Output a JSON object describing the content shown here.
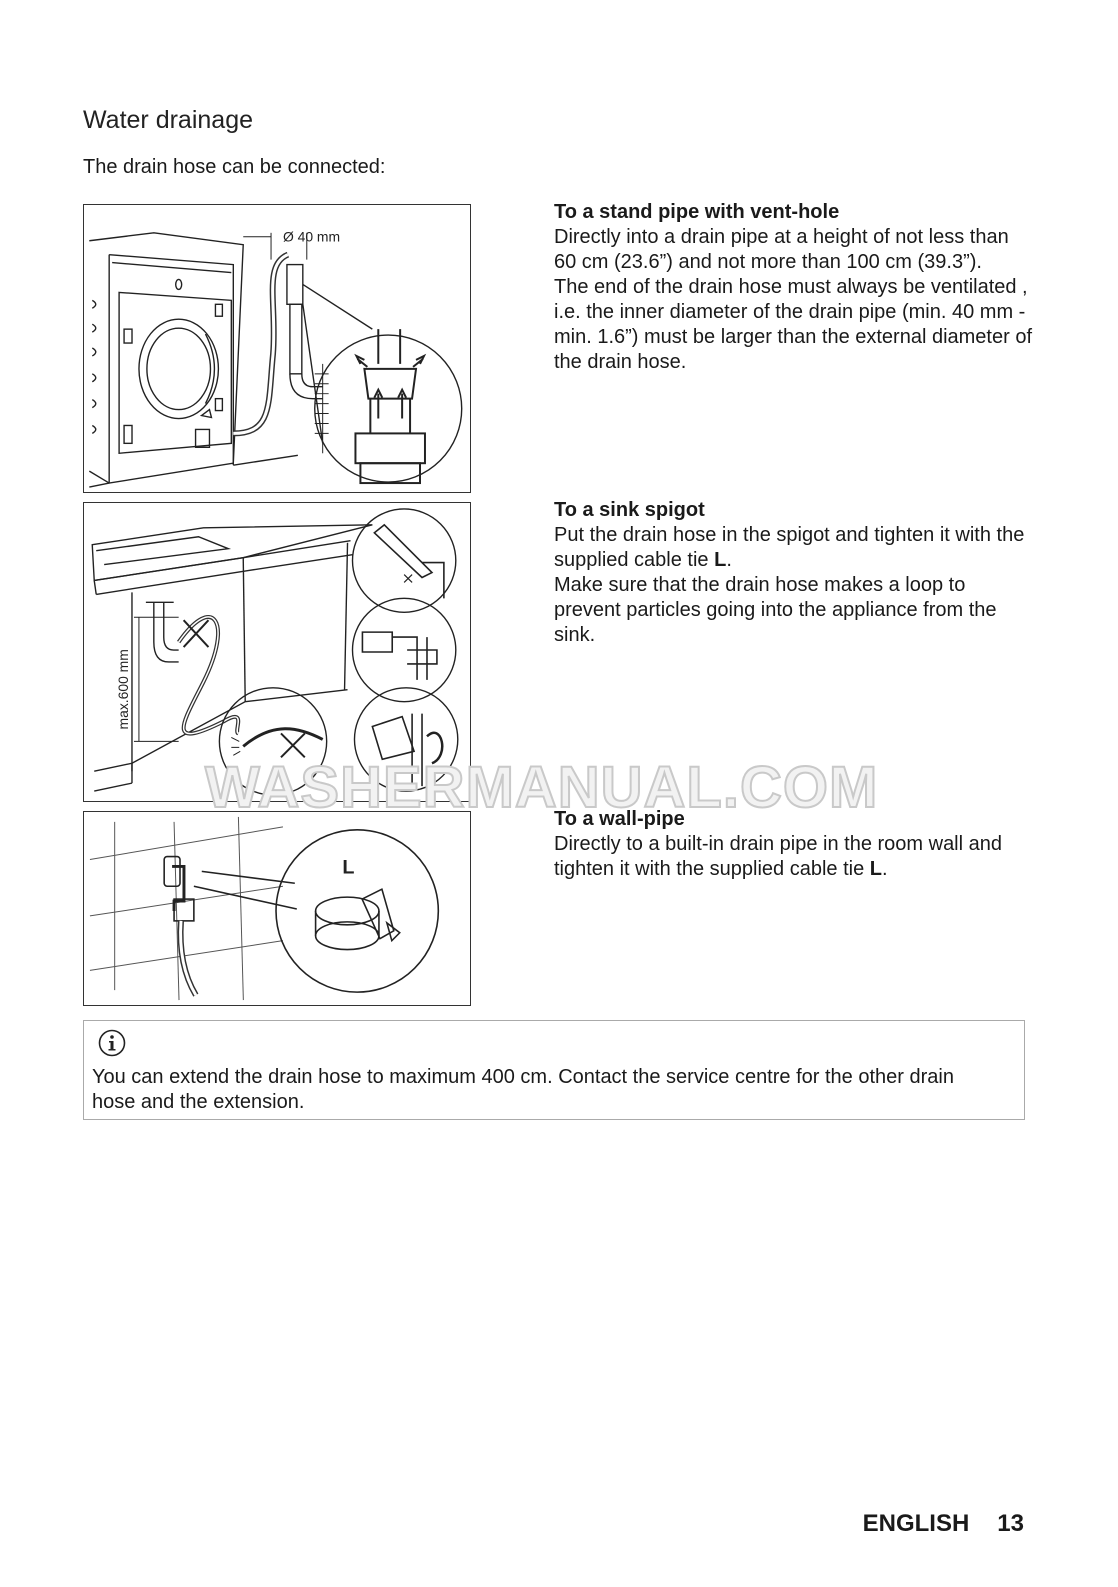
{
  "page": {
    "title": "Water drainage",
    "intro": "The drain hose can be connected:"
  },
  "sections": [
    {
      "heading": "To a stand pipe with vent-hole",
      "paragraphs": [
        "Directly into a drain pipe at a height of not less than 60 cm (23.6”) and not more than 100 cm (39.3”).",
        "The end of the drain hose must always be ventilated , i.e. the inner diameter of the drain pipe (min. 40 mm - min. 1.6”) must be larger than the external diameter of the drain hose."
      ]
    },
    {
      "heading": "To a sink spigot",
      "p1_before": "Put the drain hose in the spigot and tighten it with the supplied cable tie ",
      "p1_bold": "L",
      "p1_after": ".",
      "p2": "Make sure that the drain hose makes a loop to prevent particles going into the appliance from the sink."
    },
    {
      "heading": "To a wall-pipe",
      "p1_before": "Directly to a built-in drain pipe in the room wall and tighten it with the supplied cable tie ",
      "p1_bold": "L",
      "p1_after": "."
    }
  ],
  "figures": {
    "standpipe_diameter_label": "Ø 40 mm",
    "sink_height_label": "max.600 mm",
    "wallpipe_tie_label": "L"
  },
  "note": {
    "icon": "info-icon",
    "text": "You can extend the drain hose to maximum 400 cm. Contact the service centre for the other drain hose and the extension."
  },
  "watermark": "WASHERMANUAL.COM",
  "footer": {
    "language": "ENGLISH",
    "page_number": "13"
  }
}
